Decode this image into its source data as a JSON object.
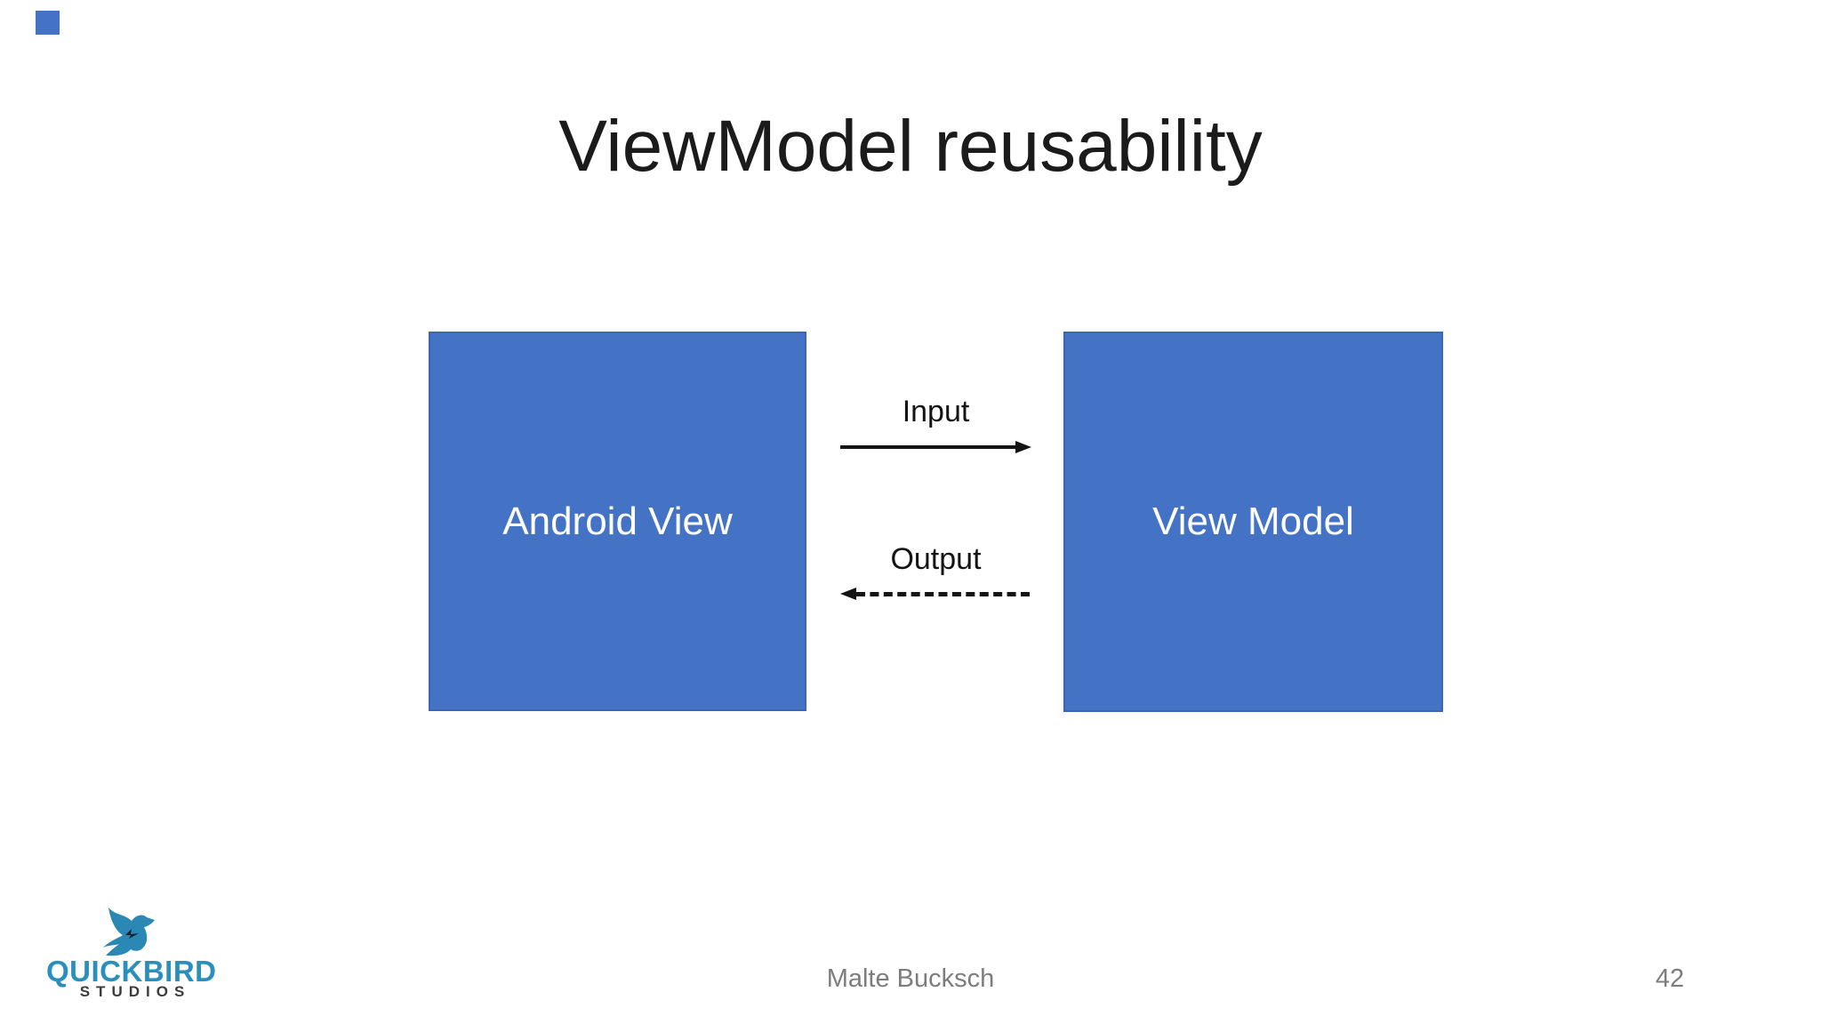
{
  "slide": {
    "title": "ViewModel reusability",
    "footer": {
      "author": "Malte Bucksch",
      "page_number": "42"
    }
  },
  "diagram": {
    "boxes": [
      {
        "id": "android-view",
        "label": "Android View"
      },
      {
        "id": "view-model",
        "label": "View Model"
      }
    ],
    "arrows": [
      {
        "label": "Input",
        "style": "solid",
        "direction": "left-to-right"
      },
      {
        "label": "Output",
        "style": "dashed",
        "direction": "right-to-left"
      }
    ]
  },
  "logo": {
    "brand": "QUICKBIRD",
    "subtitle": "STUDIOS",
    "icon": "swallow-bird-icon"
  },
  "colors": {
    "box-fill": "#4472C4",
    "box-border": "#3D66B2",
    "box-text": "#FFFFFF",
    "arrow": "#141414",
    "title-text": "#1B1B1B",
    "footer-text": "#7D7D7D",
    "logo-blue": "#2B8FBE",
    "logo-dark": "#3C3C3C",
    "marker-blue": "#4472C4"
  }
}
